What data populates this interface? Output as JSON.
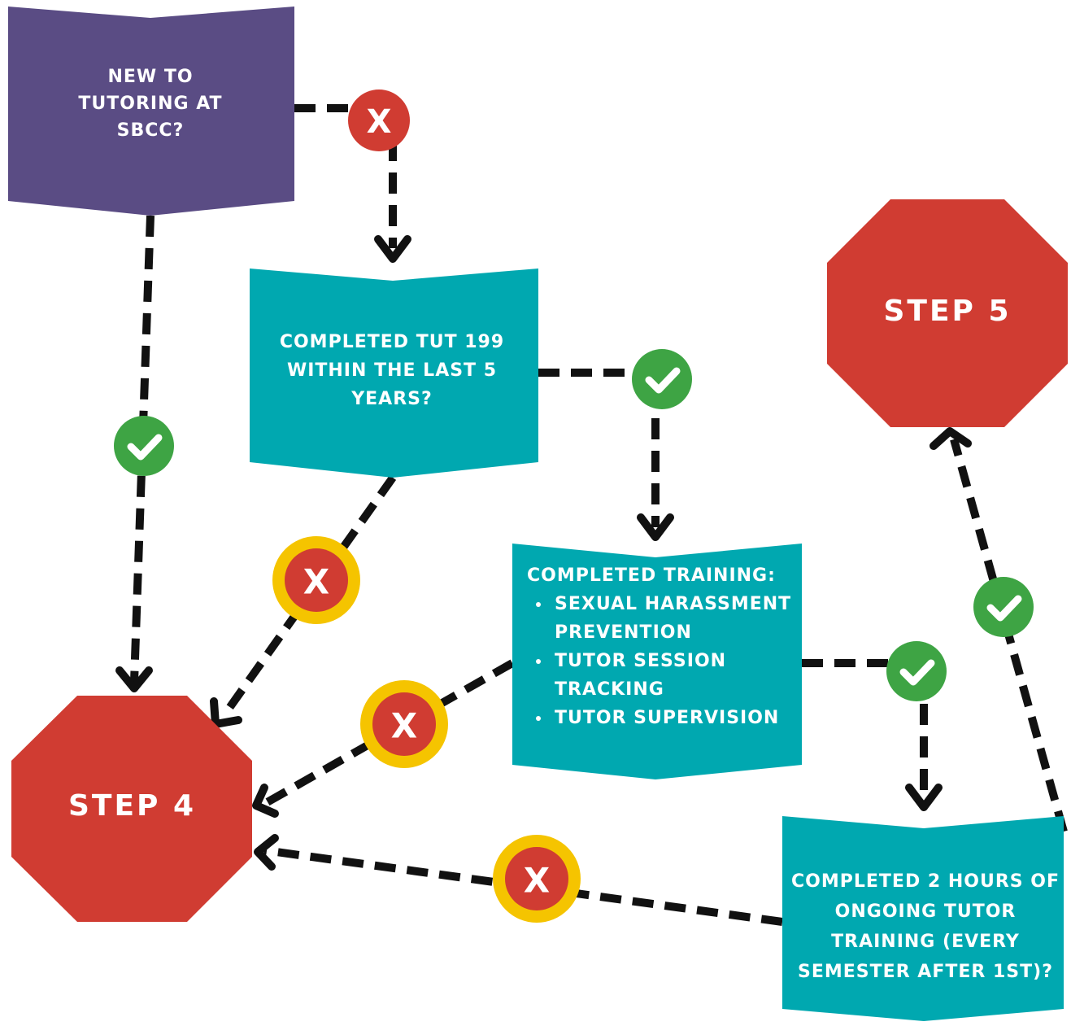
{
  "nodes": {
    "start": {
      "label": "NEW TO TUTORING AT SBCC?",
      "color": "#5a4c84"
    },
    "tut199": {
      "label": "COMPLETED TUT 199 WITHIN THE LAST 5 YEARS?",
      "color": "#00a8b0"
    },
    "training": {
      "title": "COMPLETED TRAINING:",
      "items": [
        " SEXUAL HARASSMENT PREVENTION",
        "TUTOR SESSION TRACKING",
        "TUTOR SUPERVISION"
      ],
      "color": "#00a8b0"
    },
    "ongoing": {
      "label": "COMPLETED 2 HOURS OF ONGOING TUTOR TRAINING (EVERY SEMESTER AFTER 1ST)?",
      "color": "#00a8b0"
    },
    "step4": {
      "label": "STEP 4",
      "color": "#d03c32"
    },
    "step5": {
      "label": "STEP 5",
      "color": "#d03c32"
    }
  },
  "badges": {
    "yes_icon": "check-icon",
    "no_icon": "x-icon",
    "no_mark": "X",
    "yes_color": "#3ea444",
    "no_color": "#d03c32",
    "no_ring_color": "#f5c400"
  },
  "edges": [
    {
      "from": "start",
      "to": "tut199",
      "badge": "no"
    },
    {
      "from": "start",
      "to": "step4",
      "badge": "yes"
    },
    {
      "from": "tut199",
      "to": "training",
      "badge": "yes"
    },
    {
      "from": "tut199",
      "to": "step4",
      "badge": "no"
    },
    {
      "from": "training",
      "to": "ongoing",
      "badge": "yes"
    },
    {
      "from": "training",
      "to": "step4",
      "badge": "no"
    },
    {
      "from": "ongoing",
      "to": "step5",
      "badge": "yes"
    },
    {
      "from": "ongoing",
      "to": "step4",
      "badge": "no"
    }
  ]
}
